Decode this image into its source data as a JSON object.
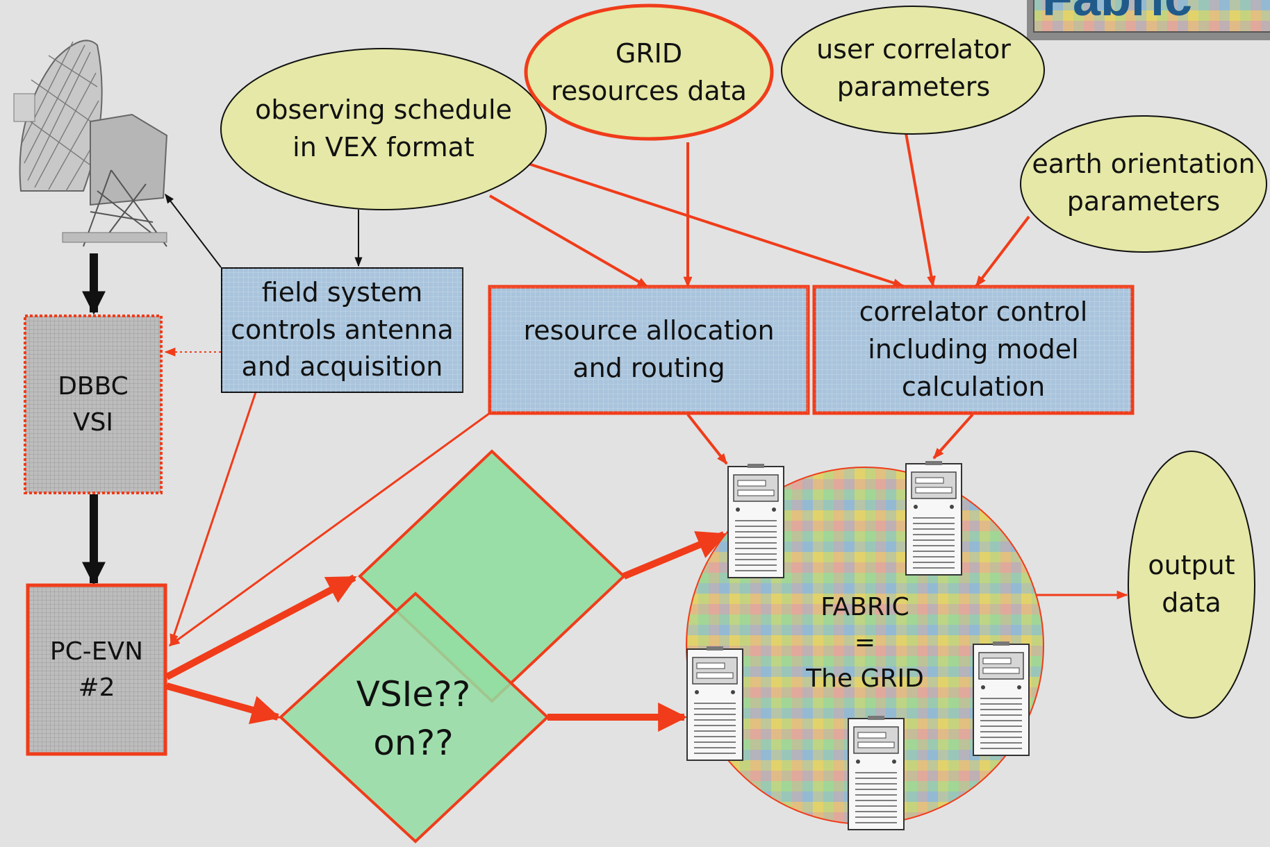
{
  "nodes": {
    "observing_schedule": "observing schedule\nin VEX format",
    "grid_resources": "GRID\nresources data",
    "user_correlator": "user correlator\nparameters",
    "earth_orientation": "earth orientation\nparameters",
    "field_system": "field system\ncontrols antenna\nand acquisition",
    "resource_allocation": "resource allocation\nand routing",
    "correlator_control": "correlator control\nincluding model\ncalculation",
    "dbbc": "DBBC\nVSI",
    "pc_evn": "PC-EVN\n#2",
    "vsie": "VSIe??\non??",
    "fabric": "FABRIC\n=\nThe GRID",
    "output_data": "output\ndata"
  },
  "header_logo": "Fabric",
  "icons": [
    "radio-telescope-icon",
    "server-icon"
  ],
  "colors": {
    "background": "#e2e2e2",
    "ellipse_fill": "#e5e8a6",
    "box_fill": "#a9c4dc",
    "diamond_fill": "#93dda2",
    "accent_red": "#f03c1a",
    "gray_box": "#c3c3c3"
  }
}
